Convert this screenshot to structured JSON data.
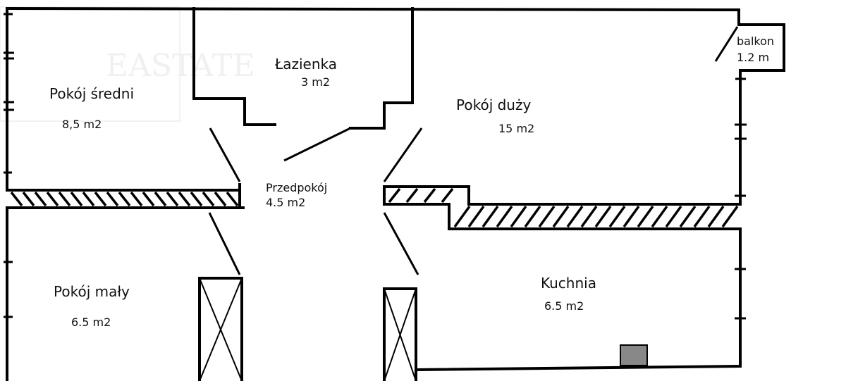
{
  "watermark": "EASTATE",
  "rooms": {
    "pokoj_sredni": {
      "name": "Pokój średni",
      "area": "8,5 m2"
    },
    "lazienka": {
      "name": "Łazienka",
      "area": "3 m2"
    },
    "pokoj_duzy": {
      "name": "Pokój duży",
      "area": "15 m2"
    },
    "balkon": {
      "name": "balkon",
      "area": "1.2 m"
    },
    "przedpokoj": {
      "name": "Przedpokój",
      "area": "4.5 m2"
    },
    "pokoj_maly": {
      "name": "Pokój mały",
      "area": "6.5 m2"
    },
    "kuchnia": {
      "name": "Kuchnia",
      "area": "6.5 m2"
    }
  },
  "colors": {
    "walls": "#000000",
    "stove": "#888888",
    "watermark": "#f0f0f0"
  }
}
